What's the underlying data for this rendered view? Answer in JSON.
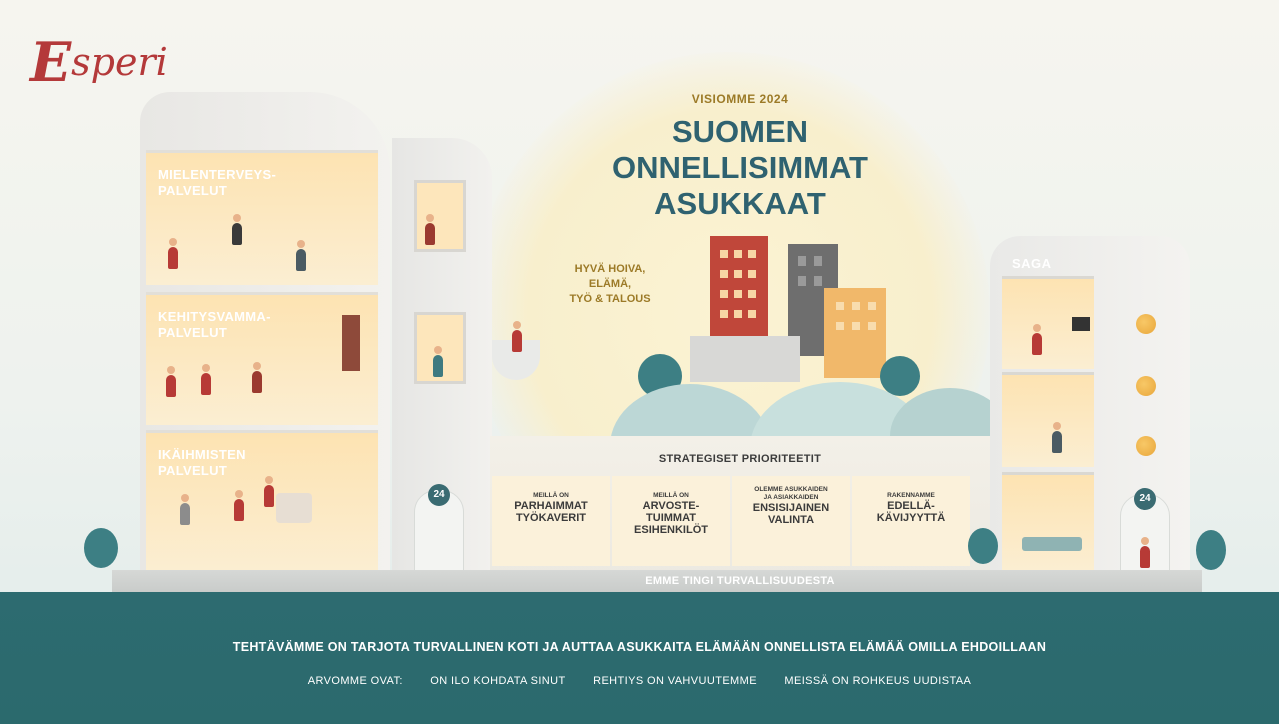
{
  "brand": {
    "logo_text": "Esperi"
  },
  "vision": {
    "kicker": "VISIOMME 2024",
    "title_lines": [
      "SUOMEN",
      "ONNELLISIMMAT",
      "ASUKKAAT"
    ],
    "goals_lines": [
      "HYVÄ HOIVA,",
      "ELÄMÄ,",
      "TYÖ & TALOUS"
    ]
  },
  "services": [
    {
      "line1": "MIELENTERVEYS-",
      "line2": "PALVELUT"
    },
    {
      "line1": "KEHITYSVAMMA-",
      "line2": "PALVELUT"
    },
    {
      "line1": "IKÄIHMISTEN",
      "line2": "PALVELUT"
    }
  ],
  "saga_label": "SAGA",
  "badge_24": "24",
  "priorities": {
    "heading": "STRATEGISET PRIORITEETIT",
    "items": [
      {
        "small": "MEILLÄ ON",
        "big": "PARHAIMMAT\nTYÖKAVERIT"
      },
      {
        "small": "MEILLÄ ON",
        "big": "ARVOSTE-\nTUIMMAT\nESIHENKILÖT"
      },
      {
        "small": "OLEMME ASUKKAIDEN\nJA ASIAKKAIDEN",
        "big": "ENSISIJAINEN\nVALINTA"
      },
      {
        "small": "RAKENNAMME",
        "big": "EDELLÄ-\nKÄVIJYYTTÄ"
      }
    ]
  },
  "safety": "EMME TINGI TURVALLISUUDESTA",
  "mission": "TEHTÄVÄMME ON TARJOTA TURVALLINEN KOTI JA AUTTAA ASUKKAITA ELÄMÄÄN ONNELLISTA ELÄMÄÄ OMILLA EHDOILLAAN",
  "values": {
    "label": "ARVOMME OVAT:",
    "items": [
      "ON ILO KOHDATA SINUT",
      "REHTIYS ON VAHVUUTEMME",
      "MEISSÄ ON ROHKEUS UUDISTAA"
    ]
  },
  "colors": {
    "brand_red": "#b4393a",
    "teal": "#2d6b70",
    "gold": "#9c7a27",
    "title_teal": "#2f6270"
  }
}
